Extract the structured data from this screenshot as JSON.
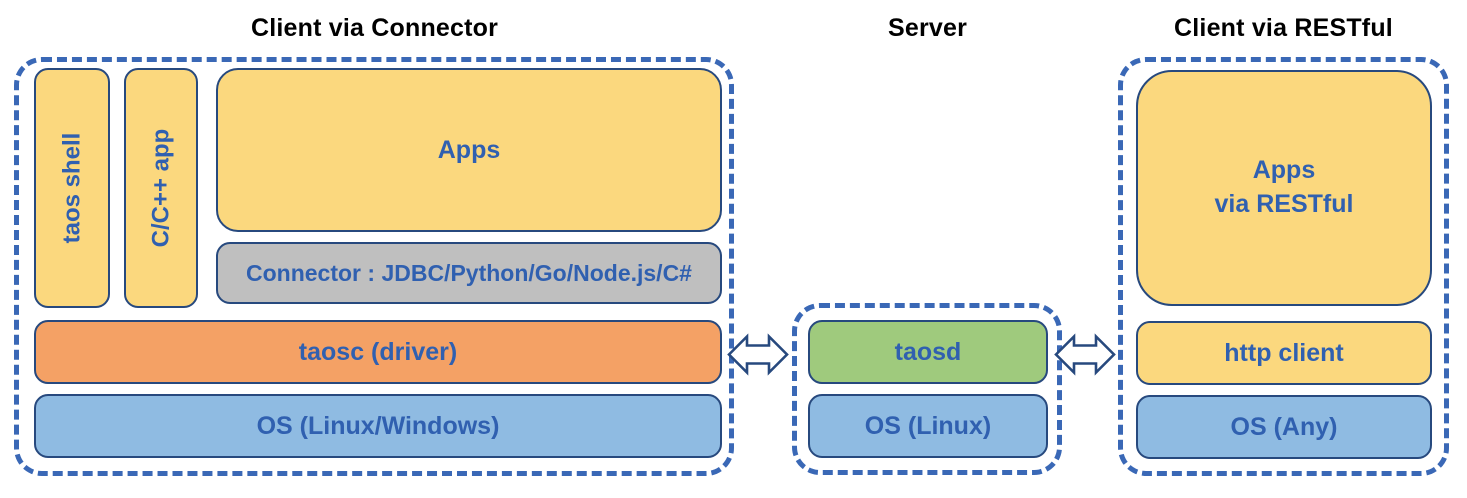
{
  "sections": {
    "client_connector": {
      "title": "Client via Connector",
      "boxes": {
        "taos_shell": "taos shell",
        "cpp_app": "C/C++ app",
        "apps": "Apps",
        "connector": "Connector : JDBC/Python/Go/Node.js/C#",
        "taosc": "taosc (driver)",
        "os": "OS (Linux/Windows)"
      }
    },
    "server": {
      "title": "Server",
      "boxes": {
        "taosd": "taosd",
        "os": "OS (Linux)"
      }
    },
    "client_restful": {
      "title": "Client via RESTful",
      "boxes": {
        "apps_restful": "Apps\nvia RESTful",
        "http_client": "http client",
        "os": "OS (Any)"
      }
    }
  },
  "icons": {
    "left_link": "bidirectional-arrow",
    "right_link": "bidirectional-arrow"
  },
  "colors": {
    "dashed_border": "#3A68B6",
    "box_border": "#27497E",
    "yellow_fill": "#FBD87E",
    "gray_fill": "#BFBFBF",
    "orange_fill": "#F4A165",
    "os_blue_fill": "#8FBBE2",
    "green_fill": "#9FCA7D",
    "label_text": "#3060B0",
    "title_text": "#000000",
    "background": "#FFFFFF"
  }
}
